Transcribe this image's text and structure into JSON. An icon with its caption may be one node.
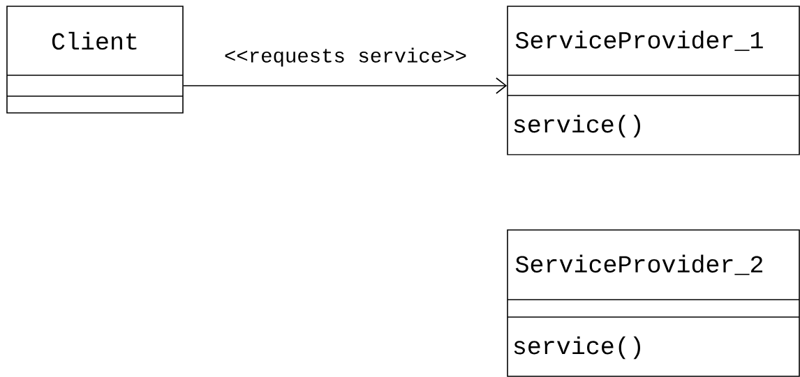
{
  "diagram": {
    "nodes": [
      {
        "text": [
          "Client"
        ]
      },
      {
        "text": [
          "ServiceProvider_1",
          "service()"
        ]
      },
      {
        "text": [
          "ServiceProvider_2",
          "service()"
        ]
      }
    ],
    "edges": [
      {
        "from": 0,
        "to": 1,
        "arrow": "to",
        "label": "<<requests service>>"
      }
    ]
  }
}
